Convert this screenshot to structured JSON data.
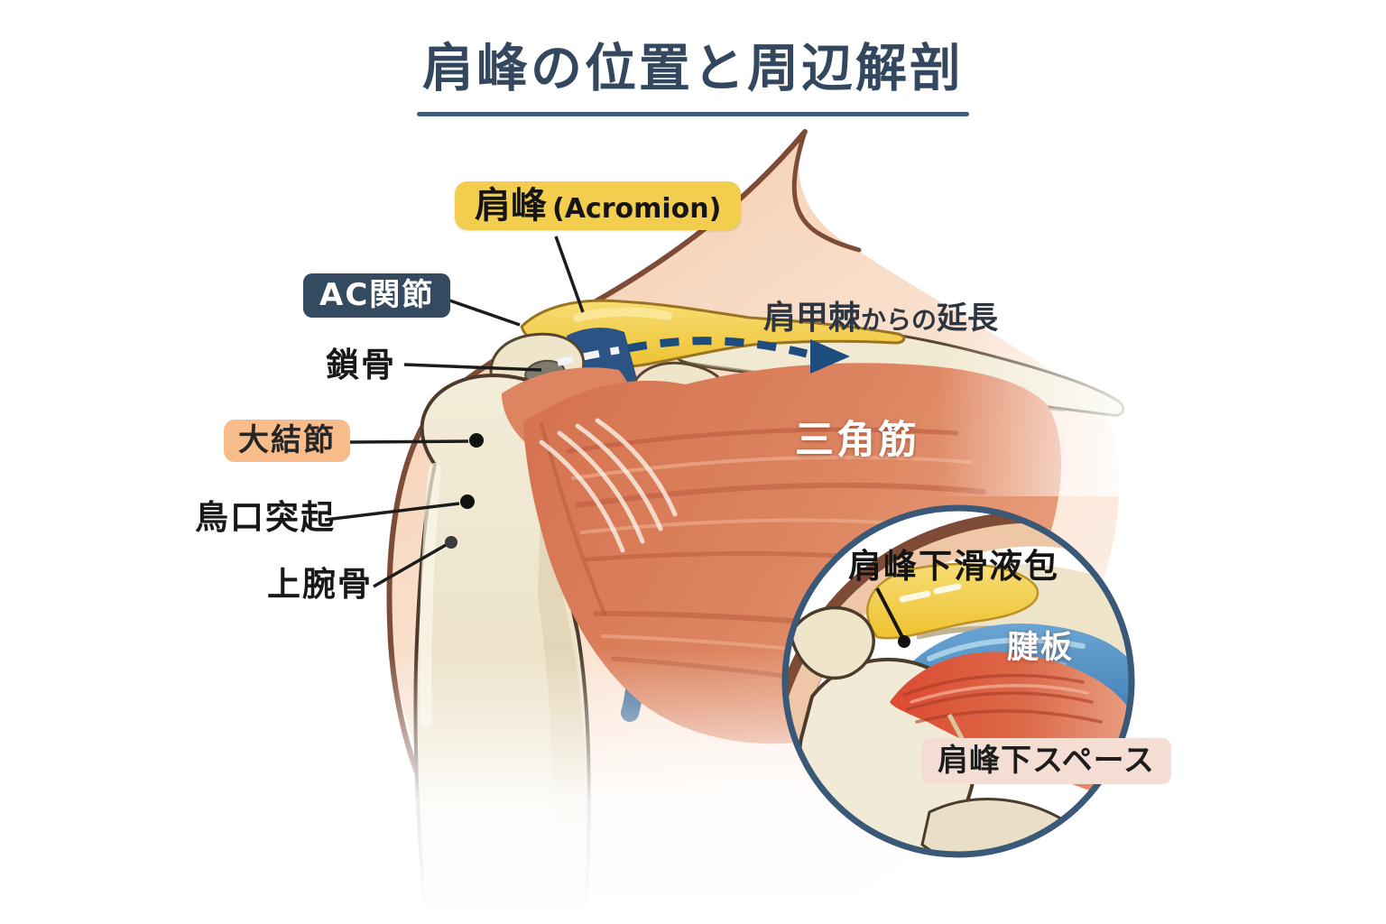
{
  "title": {
    "text": "肩峰の位置と周辺解剖"
  },
  "labels": {
    "acromion": {
      "jp": "肩峰",
      "en": "(Acromion)"
    },
    "ac_joint": "AC関節",
    "clavicle": "鎖骨",
    "greater_tubercle": "大結節",
    "coracoid_process": "鳥口突起",
    "humerus": "上腕骨",
    "scapular_spine_extension": {
      "part1": "肩甲棘",
      "part2": "からの",
      "part3": "延長"
    },
    "deltoid": "三角筋"
  },
  "inset": {
    "subacromial_bursa": "肩峰下滑液包",
    "rotator_cuff": "腱板",
    "subacromial_space": "肩峰下スペース"
  },
  "colors": {
    "title_navy": "#33485f",
    "underline_navy": "#3f5c7e",
    "label_yellow": "#f2cd4e",
    "label_navy": "#344a60",
    "label_orange": "#f7bc8a",
    "label_pink": "#f4ded4",
    "arrow_blue": "#1d4c7e",
    "acromion_yellow": "#eec22f",
    "ac_band_navy": "#2b5484",
    "deltoid_salmon": "#d5714f",
    "bone_cream": "#f1e9d2",
    "skin_peach": "#f2c4a0",
    "inset_border": "#3a5878",
    "inset_cuff_blue": "#3c7ab0",
    "inset_muscle_red": "#dc4a31"
  }
}
